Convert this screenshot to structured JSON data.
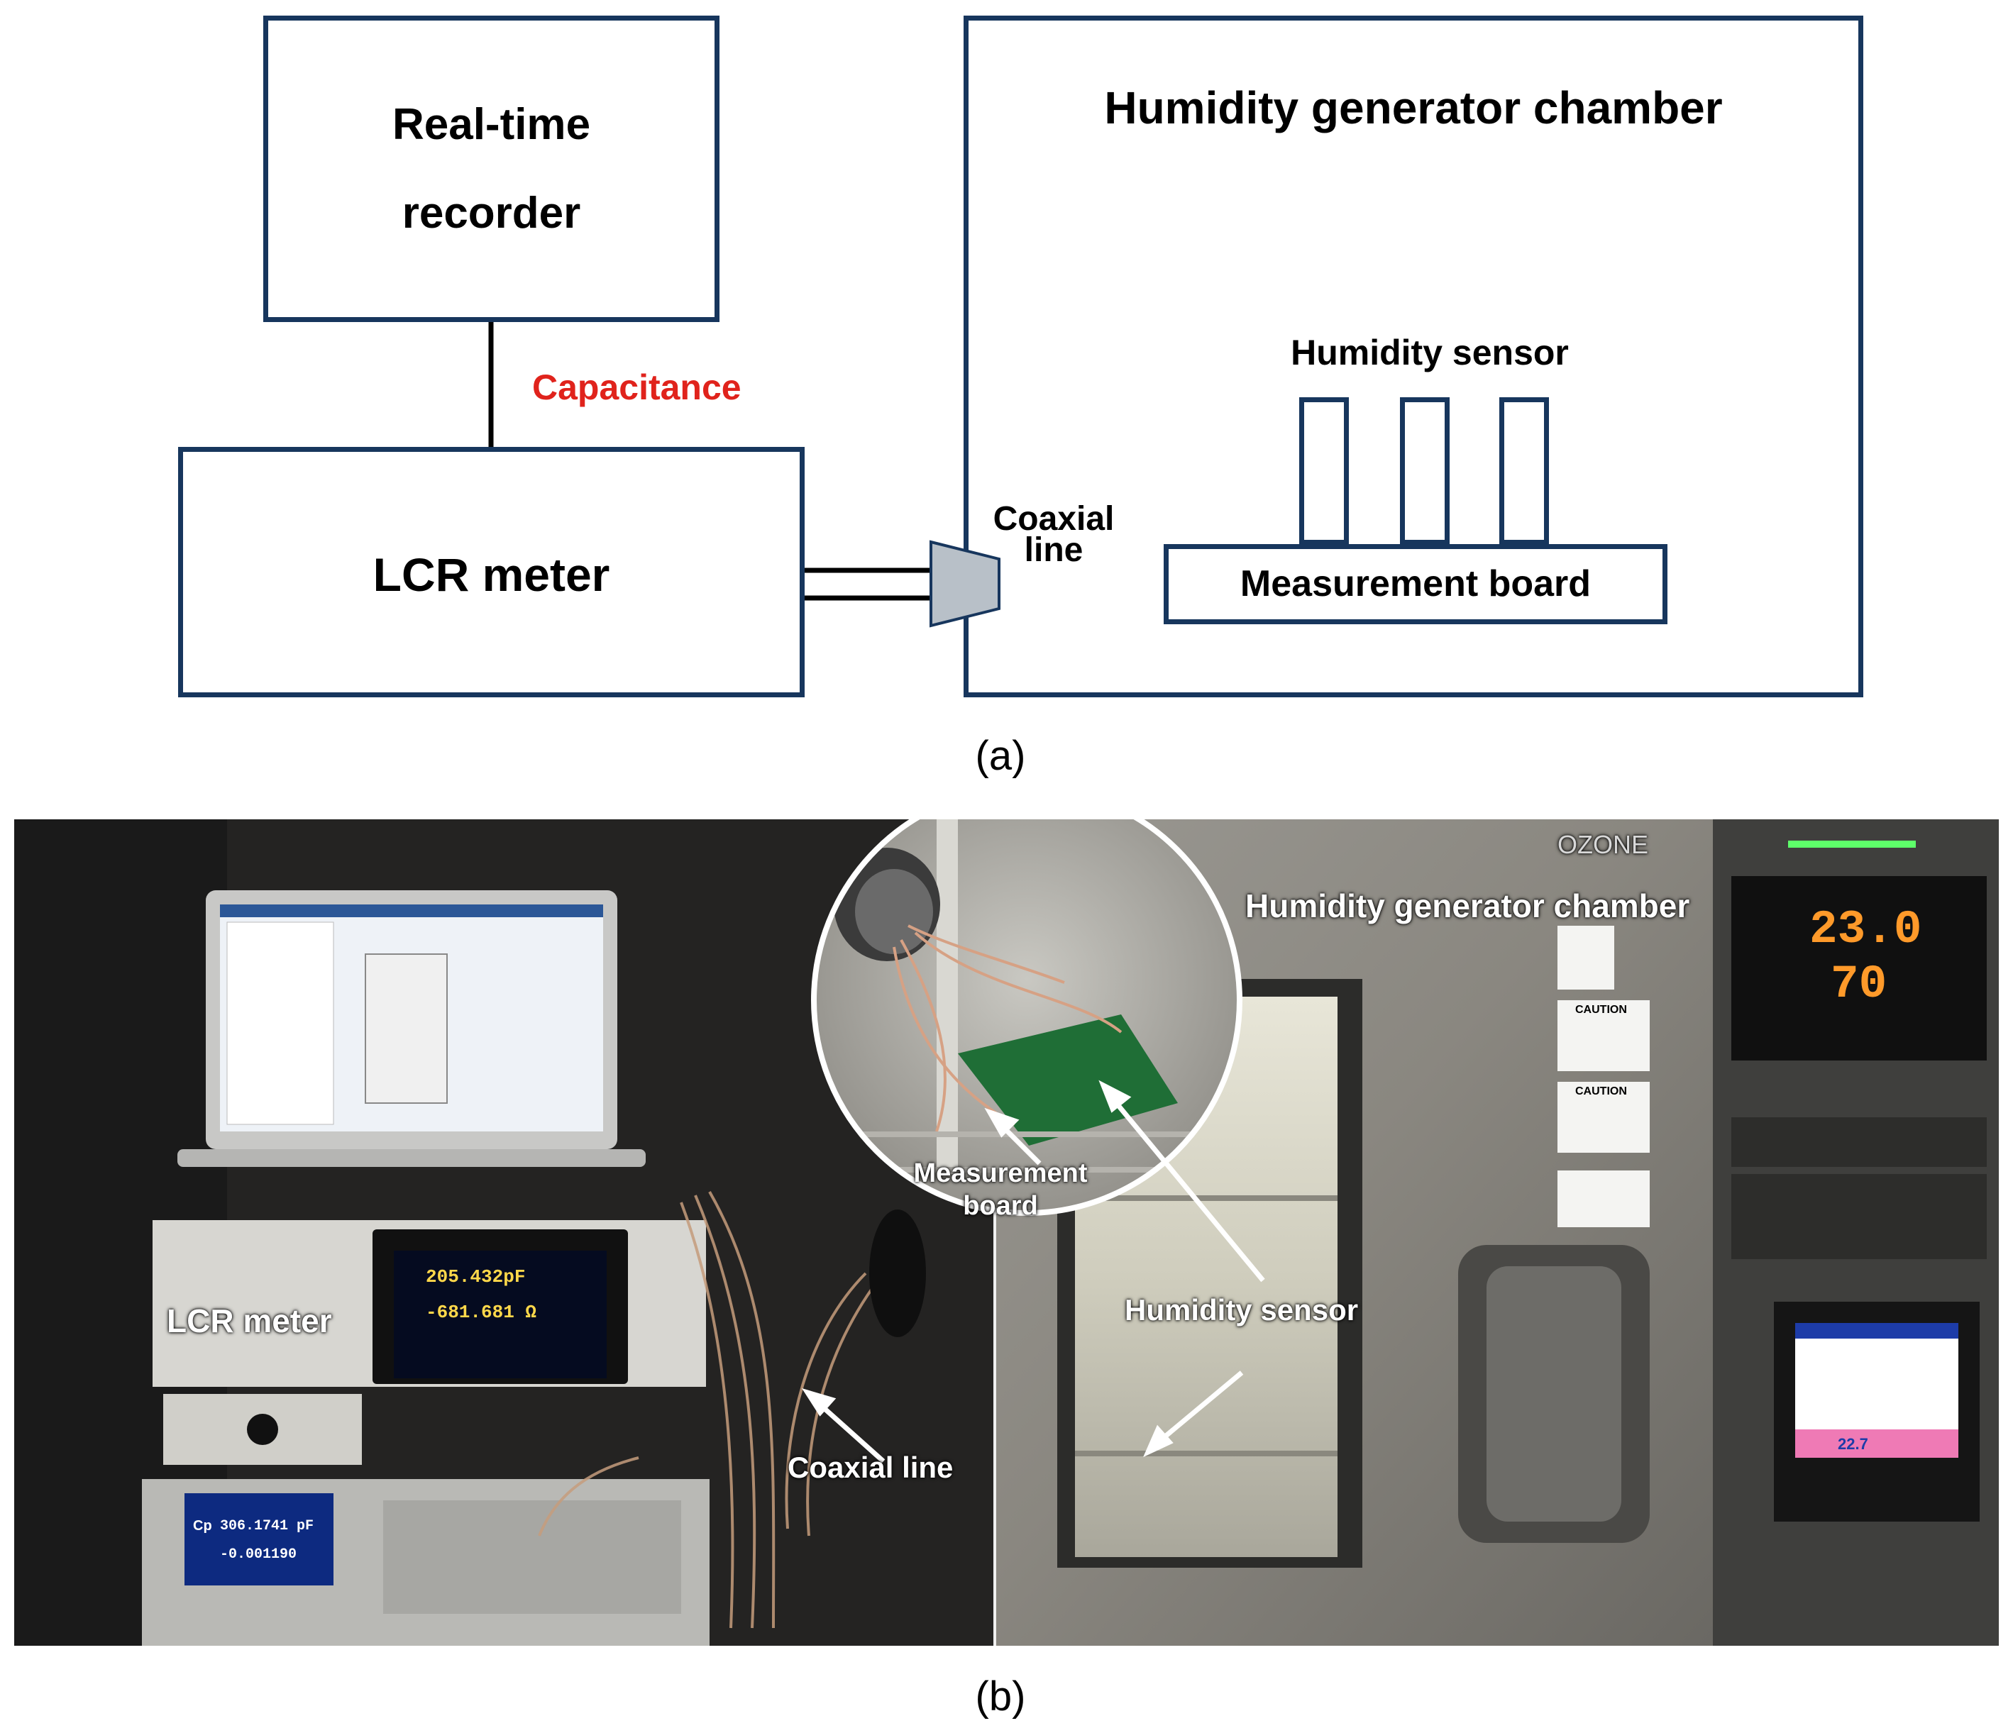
{
  "panel_a": {
    "recorder_label_line1": "Real-time",
    "recorder_label_line2": "recorder",
    "capacitance_label": "Capacitance",
    "lcr_label": "LCR meter",
    "chamber_label": "Humidity generator chamber",
    "sensor_label": "Humidity sensor",
    "coaxial_label_line1": "Coaxial",
    "coaxial_label_line2": "line",
    "board_label": "Measurement board",
    "caption": "(a)",
    "colors": {
      "box_border": "#17365d",
      "capacitance_text": "#e0231c",
      "connector_fill": "#b8c0c8"
    }
  },
  "panel_b": {
    "lcr_label": "LCR meter",
    "chamber_label": "Humidity generator chamber",
    "inset_board_label_line1": "Measurement",
    "inset_board_label_line2": "board",
    "sensor_label": "Humidity sensor",
    "coaxial_label": "Coaxial line",
    "lcr_screen_value1": "205.432pF",
    "lcr_screen_value2": "-681.681 Ω",
    "meter2_cp_label": "Cp",
    "meter2_value1": "306.1741 pF",
    "meter2_value2": "-0.001190",
    "controller_temp": "23.0",
    "controller_humidity": "70",
    "recorder_display_value": "22.7",
    "brand": "OZONE",
    "caution_label": "CAUTION",
    "caption": "(b)"
  }
}
